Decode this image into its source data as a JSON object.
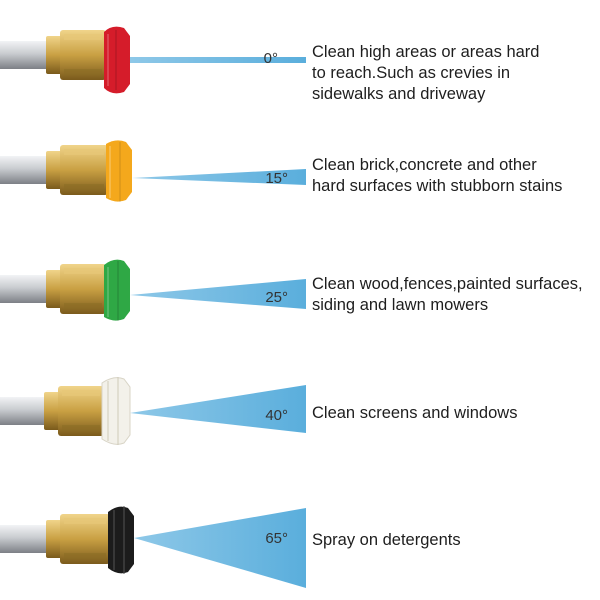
{
  "nozzles": [
    {
      "angle": "0°",
      "color_name": "red",
      "tip_color": "#d51c2a",
      "description_lines": [
        "Clean high areas or areas hard",
        "to reach.Such as crevies in",
        "sidewalks and driveway"
      ]
    },
    {
      "angle": "15°",
      "color_name": "yellow",
      "tip_color": "#f4a81c",
      "description_lines": [
        "Clean brick,concrete and other",
        "hard surfaces with stubborn stains"
      ]
    },
    {
      "angle": "25°",
      "color_name": "green",
      "tip_color": "#2fa845",
      "description_lines": [
        "Clean wood,fences,painted surfaces,",
        "siding and lawn mowers"
      ]
    },
    {
      "angle": "40°",
      "color_name": "white",
      "tip_color": "#f3f1ea",
      "description_lines": [
        "Clean screens and windows"
      ]
    },
    {
      "angle": "65°",
      "color_name": "black",
      "tip_color": "#1c1c1c",
      "description_lines": [
        "Spray on detergents"
      ]
    }
  ],
  "colors": {
    "spray": "#8ec8e8",
    "spray_dark": "#5aaedc",
    "brass": "#c9a043",
    "steel": "#c9ccd0"
  },
  "icons": {
    "wand": "steel-wand-icon",
    "coupler": "brass-coupler-icon",
    "nozzle_tip": "nozzle-tip-icon",
    "spray": "spray-fan-icon"
  }
}
